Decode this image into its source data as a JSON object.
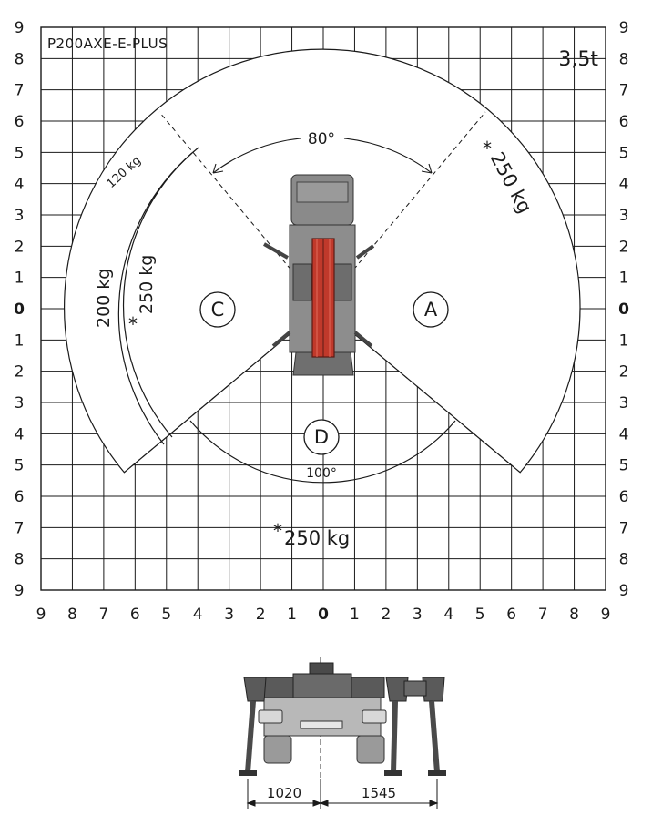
{
  "model_label": "P200AXE-E-PLUS",
  "capacity_label": "3,5t",
  "axis_labels": {
    "vertical": [
      "9",
      "8",
      "7",
      "6",
      "5",
      "4",
      "3",
      "2",
      "1",
      "0",
      "1",
      "2",
      "3",
      "4",
      "5",
      "6",
      "7",
      "8",
      "9"
    ],
    "horizontal": [
      "9",
      "8",
      "7",
      "6",
      "5",
      "4",
      "3",
      "2",
      "1",
      "0",
      "1",
      "2",
      "3",
      "4",
      "5",
      "6",
      "7",
      "8",
      "9"
    ]
  },
  "zones": {
    "A": "A",
    "C": "C",
    "D": "D"
  },
  "angles": {
    "front": "80°",
    "rear": "100°"
  },
  "loads": {
    "outer_left": "120 kg",
    "middle_left": "200 kg",
    "inner_left": "250 kg",
    "right": "250 kg",
    "rear": "250 kg",
    "asterisk": "*"
  },
  "dimensions": {
    "left": "1020",
    "right": "1545"
  },
  "colors": {
    "line": "#1a1a1a",
    "boom": "#c0392b",
    "vehicle": "#8a8a8a",
    "vehicle_dark": "#4a4a4a"
  }
}
